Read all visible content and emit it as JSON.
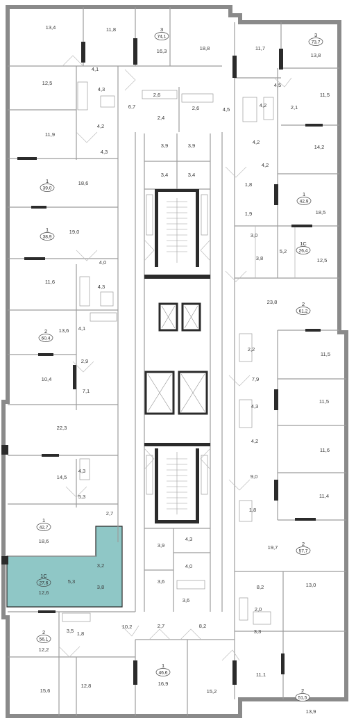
{
  "colors": {
    "highlight": "#8fc7c6",
    "wall": "#8a8a8a",
    "structural": "#2b2b2b"
  },
  "apartments": [
    {
      "id": "a1",
      "rooms": "3",
      "total": "74,1"
    },
    {
      "id": "a2",
      "rooms": "3",
      "total": "73,7"
    },
    {
      "id": "a3",
      "rooms": "1",
      "total": "39,0"
    },
    {
      "id": "a4",
      "rooms": "1",
      "total": "42,9"
    },
    {
      "id": "a5",
      "rooms": "1",
      "total": "38,9"
    },
    {
      "id": "a6",
      "rooms": "1С",
      "total": "26,4"
    },
    {
      "id": "a7",
      "rooms": "2",
      "total": "61,2"
    },
    {
      "id": "a8",
      "rooms": "2",
      "total": "60,4"
    },
    {
      "id": "a9",
      "rooms": "1",
      "total": "42,7"
    },
    {
      "id": "a10",
      "rooms": "2",
      "total": "57,7"
    },
    {
      "id": "a11",
      "rooms": "1С",
      "total": "27,6",
      "highlighted": true
    },
    {
      "id": "a12",
      "rooms": "2",
      "total": "56,1"
    },
    {
      "id": "a13",
      "rooms": "2",
      "total": "51,5"
    },
    {
      "id": "a14",
      "rooms": "1",
      "total": "46,6"
    }
  ],
  "room_labels": [
    "13,4",
    "11,8",
    "16,3",
    "18,8",
    "11,7",
    "13,8",
    "12,5",
    "4,1",
    "4,3",
    "6,7",
    "2,6",
    "2,6",
    "4,5",
    "4,5",
    "4,2",
    "2,1",
    "11,5",
    "4,2",
    "2,4",
    "11,9",
    "4,3",
    "3,9",
    "3,9",
    "4,2",
    "14,2",
    "18,6",
    "3,4",
    "3,4",
    "4,2",
    "1,8",
    "18,5",
    "1,9",
    "19,0",
    "3,0",
    "5,2",
    "12,5",
    "3,8",
    "4,0",
    "11,6",
    "4,3",
    "23,8",
    "13,6",
    "4,1",
    "2,2",
    "11,5",
    "2,9",
    "10,4",
    "7,9",
    "7,1",
    "11,5",
    "4,3",
    "22,3",
    "4,2",
    "11,6",
    "4,3",
    "9,0",
    "14,5",
    "5,3",
    "11,4",
    "1,8",
    "2,7",
    "18,6",
    "19,7",
    "3,9",
    "4,3",
    "3,2",
    "4,0",
    "5,3",
    "8,2",
    "3,8",
    "12,6",
    "3,6",
    "13,0",
    "3,6",
    "2,0",
    "3,3",
    "3,5",
    "1,8",
    "10,2",
    "2,7",
    "8,2",
    "12,2",
    "15,6",
    "12,8",
    "16,9",
    "15,2",
    "11,1",
    "13,9"
  ]
}
